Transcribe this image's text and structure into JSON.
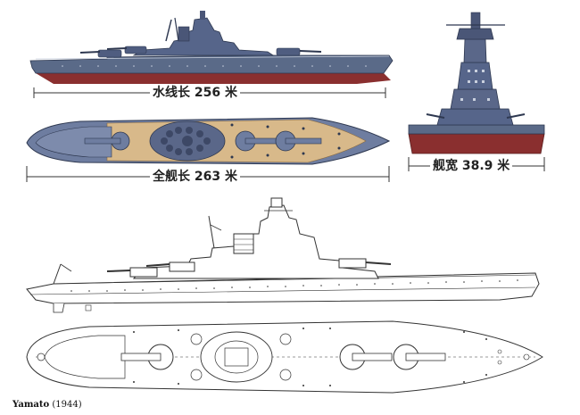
{
  "dimensions": {
    "waterline_length": "水线长 256 米",
    "overall_length": "全舰长 263 米",
    "beam": "舰宽 38.9 米"
  },
  "caption": {
    "ship_name": "Yamato",
    "year": "(1944)"
  },
  "colors": {
    "hull_upper": "#5a6a88",
    "hull_lower": "#8a2f2f",
    "deck_wood": "#d8b98a",
    "steel": "#6e7da0",
    "line_art": "#333333"
  }
}
